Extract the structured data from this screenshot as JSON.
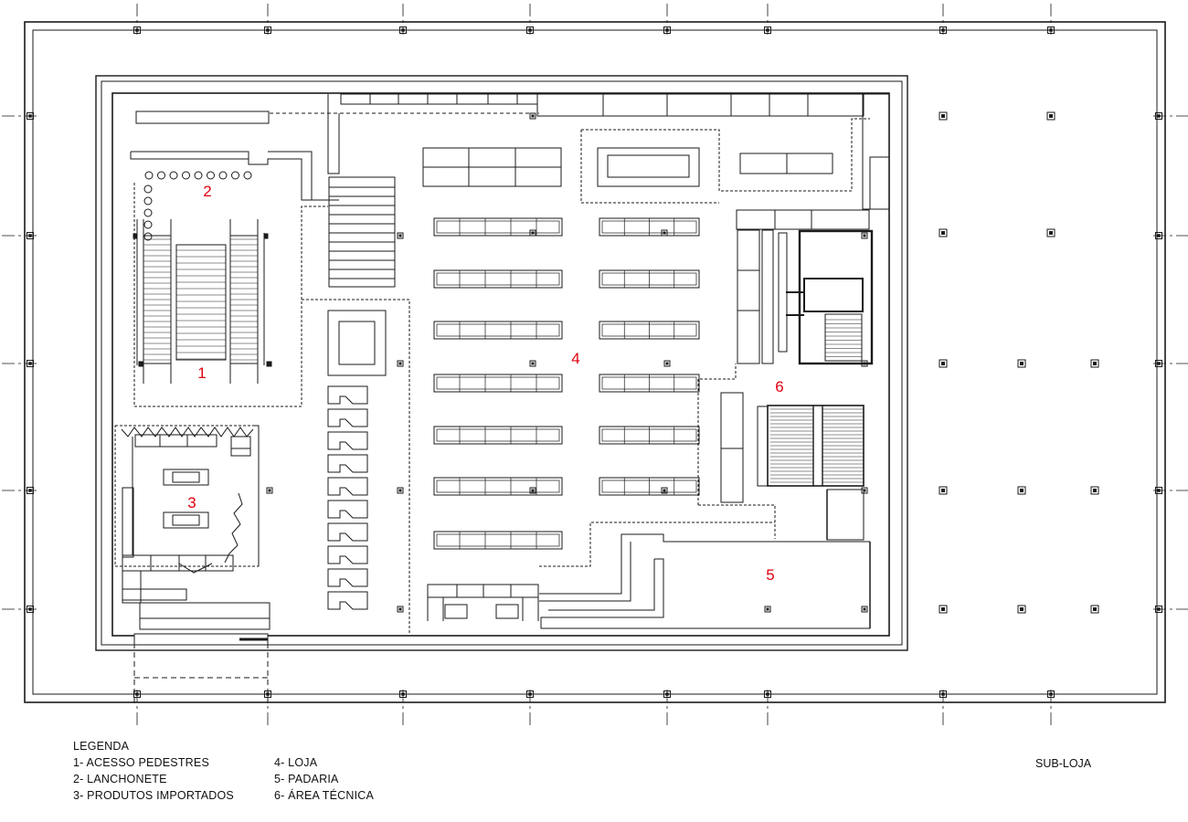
{
  "legend": {
    "title": "LEGENDA",
    "items": [
      "1- ACESSO PEDESTRES",
      "2- LANCHONETE",
      "3- PRODUTOS IMPORTADOS",
      "4- LOJA",
      "5- PADARIA",
      "6- ÁREA TÉCNICA"
    ]
  },
  "sheet_title": "SUB-LOJA",
  "area_numbers": [
    "1",
    "2",
    "3",
    "4",
    "5",
    "6"
  ],
  "colors": {
    "line": "#1a1a1a",
    "area_number": "#e10010",
    "background": "#ffffff"
  }
}
